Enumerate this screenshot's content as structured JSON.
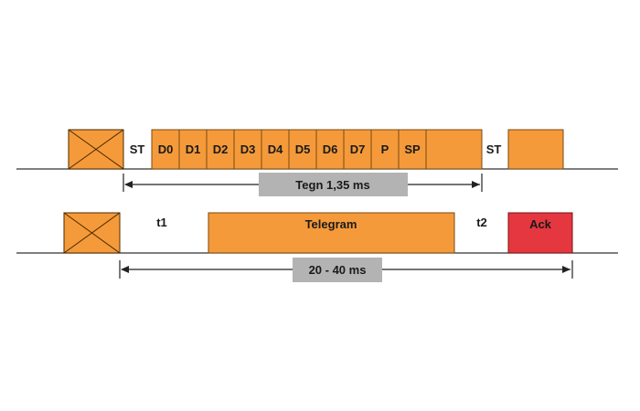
{
  "colors": {
    "orange": "#F59A3A",
    "red": "#E5373F",
    "gray_label": "#B3B3B3",
    "line": "#333333"
  },
  "row1": {
    "start_label": "ST",
    "cells": [
      "D0",
      "D1",
      "D2",
      "D3",
      "D4",
      "D5",
      "D6",
      "D7",
      "P",
      "SP"
    ],
    "end_label": "ST",
    "duration_label": "Tegn 1,35 ms"
  },
  "row2": {
    "t1_label": "t1",
    "telegram_label": "Telegram",
    "t2_label": "t2",
    "ack_label": "Ack",
    "duration_label": "20 - 40 ms"
  }
}
